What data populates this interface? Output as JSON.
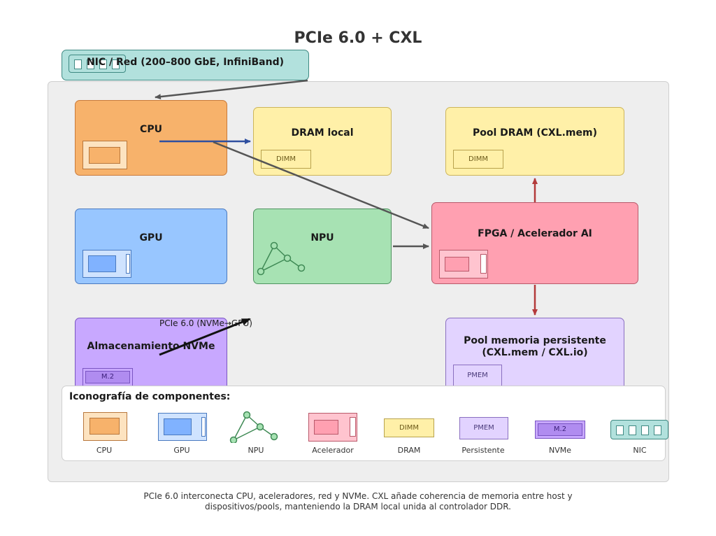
{
  "title": "PCIe 6.0 + CXL",
  "nodes": {
    "nic": "NIC / Red (200–800 GbE, InfiniBand)",
    "cpu": "CPU",
    "dram_local": "DRAM local",
    "dram_pool": "Pool DRAM (CXL.mem)",
    "gpu": "GPU",
    "npu": "NPU",
    "fpga": "FPGA / Acelerador AI",
    "nvme": "Almacenamiento NVMe",
    "pmem_pool_line1": "Pool memoria persistente",
    "pmem_pool_line2": "(CXL.mem / CXL.io)"
  },
  "chips": {
    "dimm": "DIMM",
    "pmem": "PMEM",
    "m2": "M.2"
  },
  "edge_label": "PCIe 6.0 (NVMe→GPU)",
  "legend": {
    "title": "Iconografía de componentes:",
    "items": [
      "CPU",
      "GPU",
      "NPU",
      "Acelerador",
      "DRAM",
      "Persistente",
      "NVMe",
      "NIC"
    ],
    "dram_chip": "DIMM",
    "pmem_chip": "PMEM",
    "nvme_chip": "M.2"
  },
  "caption_line1": "PCIe 6.0 interconecta CPU, aceleradores, red y NVMe. CXL añade coherencia de memoria entre host y",
  "caption_line2": "dispositivos/pools, manteniendo la DRAM local unida al controlador DDR."
}
